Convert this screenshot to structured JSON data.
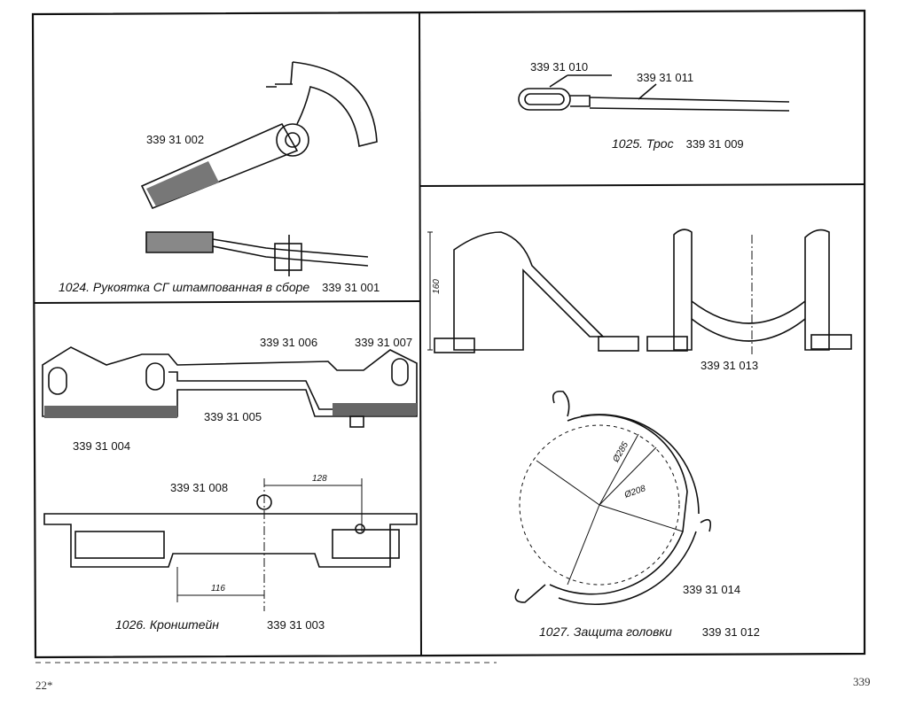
{
  "figures": {
    "fig1024": {
      "caption": "1024. Рукоятка СГ штампованная в сборе",
      "part_no": "339 31 001",
      "labels": [
        "339 31 002"
      ]
    },
    "fig1025": {
      "caption": "1025. Трос",
      "part_no": "339 31 009",
      "labels": [
        "339 31 010",
        "339 31 011"
      ]
    },
    "fig1026": {
      "caption": "1026. Кронштейн",
      "part_no": "339 31 003",
      "labels": [
        "339 31 006",
        "339 31 007",
        "339 31 005",
        "339 31 004",
        "339 31 008"
      ],
      "dimensions": [
        "128",
        "116"
      ]
    },
    "support": {
      "labels": [
        "339 31 013"
      ],
      "dimensions": [
        "160"
      ]
    },
    "fig1027": {
      "caption": "1027. Защита головки",
      "part_no": "339 31 012",
      "labels": [
        "339 31 014"
      ],
      "dimensions": [
        "Ø285",
        "Ø208"
      ]
    }
  },
  "page": {
    "left_number": "22*",
    "right_number": "339"
  }
}
